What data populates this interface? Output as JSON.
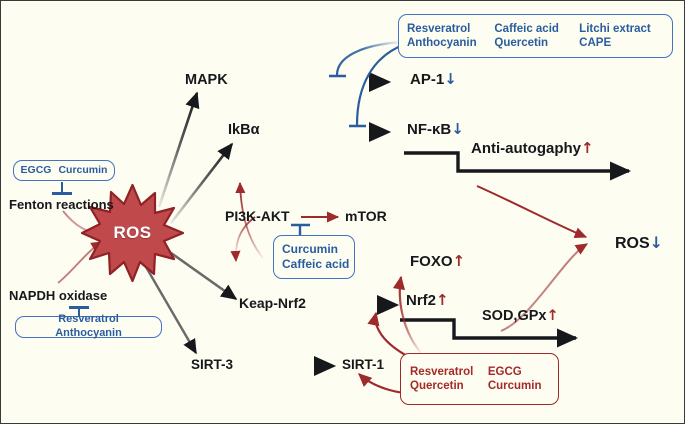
{
  "figure": {
    "background_color": "#fdfdf2",
    "border_color": "#3a3a3a",
    "black": "#16181c",
    "blue": "#2a5d9e",
    "blue_border": "#4472c4",
    "dark_red": "#9e2a2b",
    "box_red": "#a52a2a",
    "star_fill": "#c0494c",
    "star_stroke": "#8f2226"
  },
  "nodes": {
    "ros_source": {
      "label": "ROS"
    },
    "fenton": {
      "label": "Fenton reactions"
    },
    "napdh": {
      "label": "NAPDH oxidase"
    },
    "mapk": {
      "label": "MAPK"
    },
    "ikba": {
      "label": "IkBα"
    },
    "pi3k_akt": {
      "label": "PI3K-AKT"
    },
    "mtor": {
      "label": "mTOR"
    },
    "keap_nrf2": {
      "label": "Keap-Nrf2"
    },
    "sirt3": {
      "label": "SIRT-3"
    },
    "sirt1": {
      "label": "SIRT-1"
    },
    "ap1": {
      "label": "AP-1",
      "arrow": "↓",
      "direction": "down"
    },
    "nfkb": {
      "label": "NF-κB",
      "arrow": "↓",
      "direction": "down"
    },
    "anti_autophagy": {
      "label": "Anti-autogaphy",
      "arrow": "↑",
      "direction": "up"
    },
    "foxo": {
      "label": "FOXO",
      "arrow": "↑",
      "direction": "up"
    },
    "nrf2": {
      "label": "Nrf2",
      "arrow": "↑",
      "direction": "up"
    },
    "sod_gpx": {
      "label": "SOD,GPx",
      "arrow": "↑",
      "direction": "up"
    },
    "ros_outcome": {
      "label": "ROS",
      "arrow": "↓",
      "direction": "down"
    }
  },
  "compound_boxes": {
    "fenton_inhibitors": {
      "style": "blue",
      "compounds": [
        "EGCG",
        "Curcumin"
      ]
    },
    "napdh_inhibitors": {
      "style": "blue",
      "compounds": [
        "Resveratrol",
        "Anthocyanin"
      ]
    },
    "nfkb_ap1_inhibitors": {
      "style": "blue",
      "compounds": [
        "Resveratrol",
        "Caffeic acid",
        "Litchi extract",
        "Anthocyanin",
        "Quercetin",
        "CAPE"
      ]
    },
    "pi3k_inhibitors": {
      "style": "blue",
      "compounds": [
        "Curcumin",
        "Caffeic acid"
      ]
    },
    "sirt_activators": {
      "style": "darkred",
      "compounds": [
        "Resveratrol",
        "EGCG",
        "Quercetin",
        "Curcumin"
      ]
    }
  }
}
